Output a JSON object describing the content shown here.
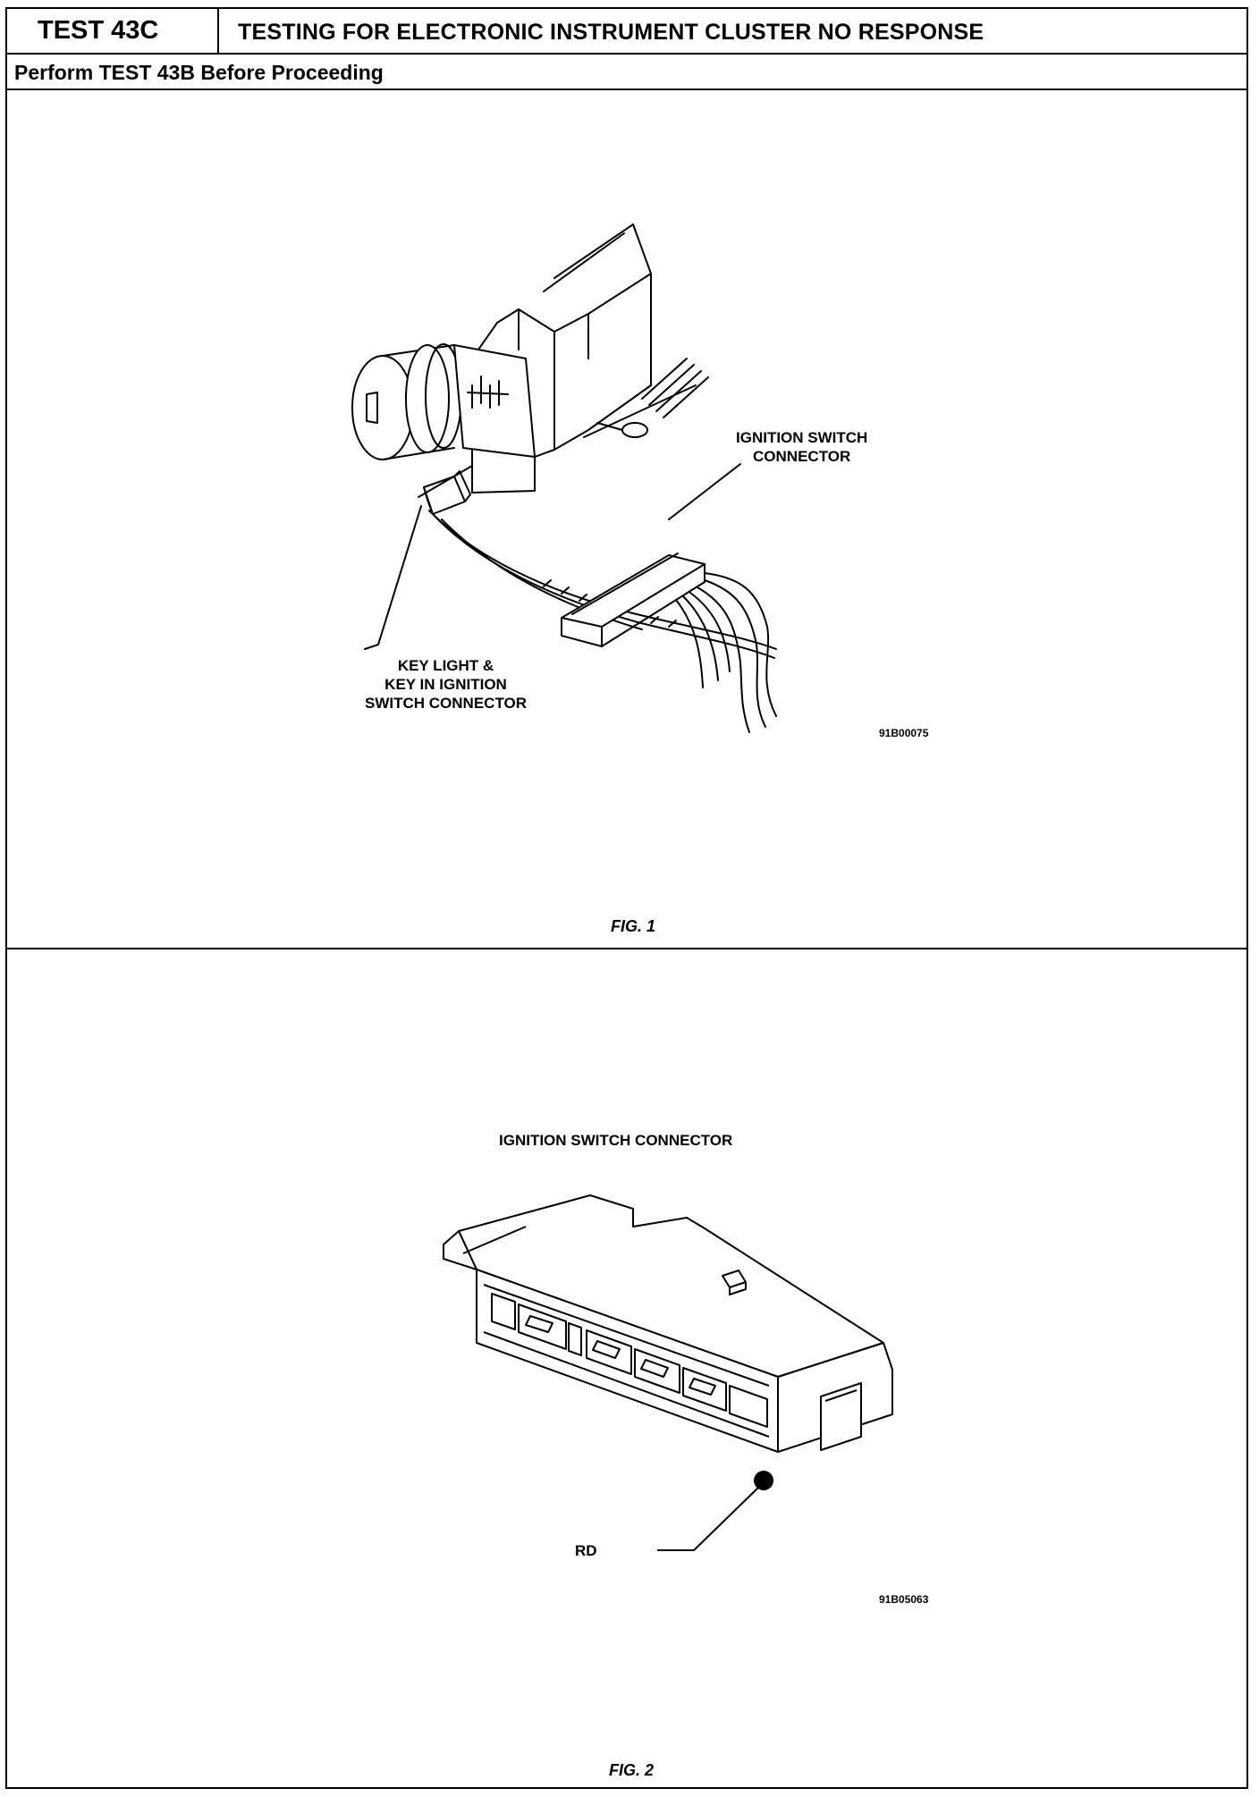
{
  "header": {
    "test_id": "TEST 43C",
    "title": "TESTING FOR ELECTRONIC INSTRUMENT CLUSTER NO RESPONSE",
    "prerequisite": "Perform TEST 43B Before Proceeding"
  },
  "figure1": {
    "callout_connector_line1": "IGNITION SWITCH",
    "callout_connector_line2": "CONNECTOR",
    "callout_key_line1": "KEY LIGHT &",
    "callout_key_line2": "KEY IN IGNITION",
    "callout_key_line3": "SWITCH CONNECTOR",
    "figure_id": "91B00075",
    "caption": "FIG. 1"
  },
  "figure2": {
    "title": "IGNITION SWITCH CONNECTOR",
    "pin_label": "RD",
    "figure_id": "91B05063",
    "caption": "FIG. 2"
  }
}
